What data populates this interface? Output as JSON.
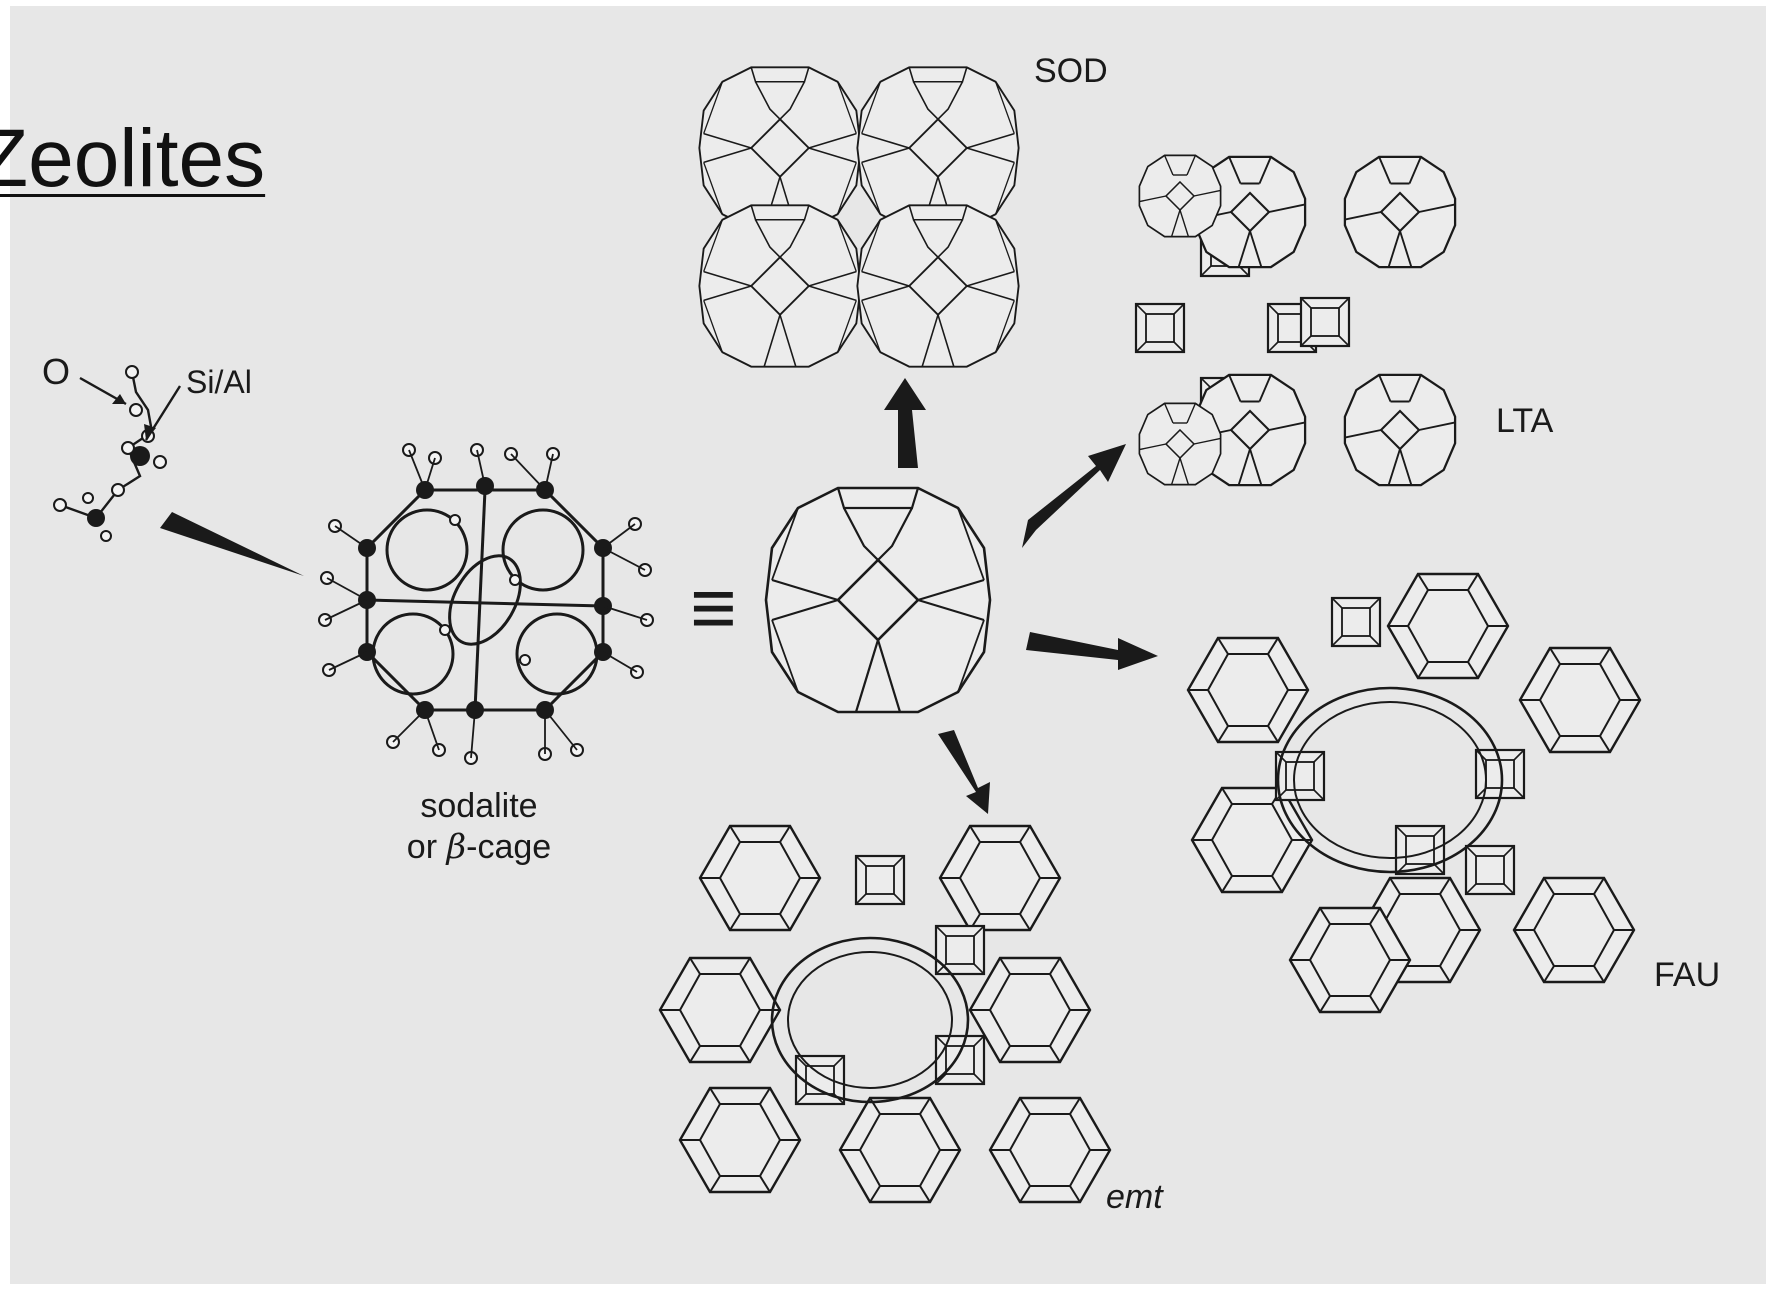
{
  "title": "Zeolites",
  "labels": {
    "oxygen": "O",
    "silicon_aluminum": "Si/Al",
    "cage_caption_line1": "sodalite",
    "cage_caption_line2_prefix": "or ",
    "cage_caption_beta": "β",
    "cage_caption_line2_suffix": "-cage",
    "equivalence": "≡",
    "sod": "SOD",
    "lta": "LTA",
    "fau": "FAU",
    "emt": "emt"
  },
  "icons": {
    "cage": "truncated-octahedron-icon",
    "arrow": "wedge-arrow-icon"
  },
  "colors": {
    "background": "#e7e7e7",
    "ink": "#1a1a1a"
  }
}
